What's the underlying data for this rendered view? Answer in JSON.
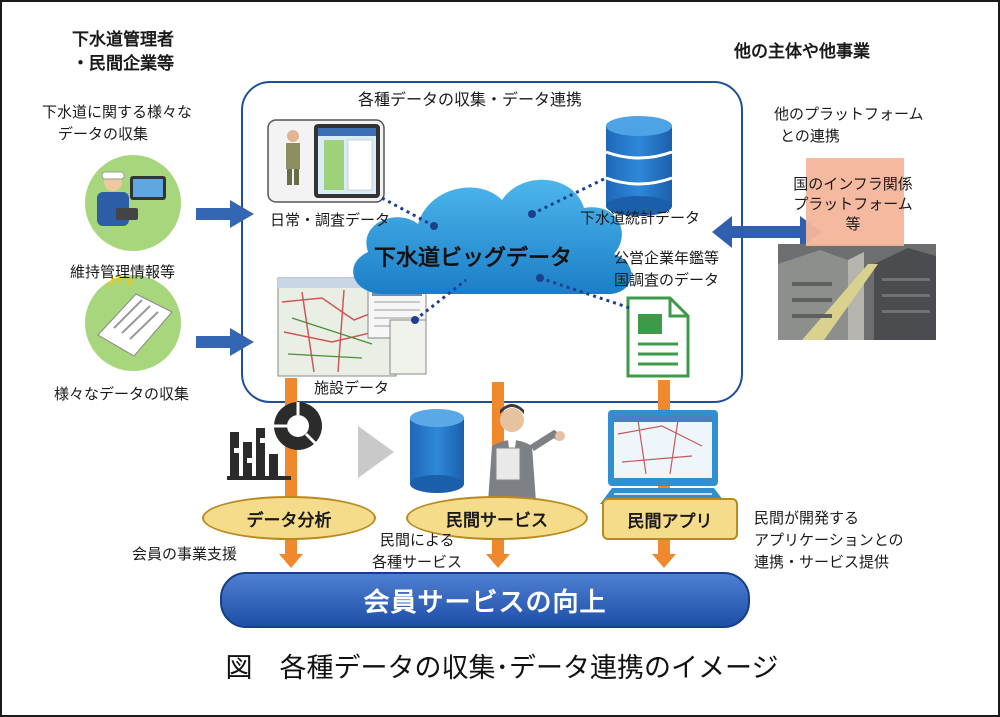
{
  "left_header": {
    "line1": "下水道管理者",
    "line2": "・民間企業等"
  },
  "right_header": "他の主体や他事業",
  "collection": {
    "various_line1": "下水道に関する様々な",
    "various_line2": "データの収集",
    "maintenance_info": "維持管理情報等",
    "various_data": "様々なデータの収集"
  },
  "hub": {
    "title": "各種データの収集・データ連携",
    "center_label": "下水道ビッグデータ",
    "daily_survey": "日常・調査データ",
    "facility": "施設データ",
    "statistics": "下水道統計データ",
    "yearbook_line1": "公営企業年鑑等",
    "yearbook_line2": "国調査のデータ"
  },
  "platform": {
    "label_line1": "他のプラットフォーム",
    "label_line2": "との連携",
    "box_line1": "国のインフラ関係",
    "box_line2": "プラットフォーム",
    "box_line3": "等"
  },
  "outputs": {
    "analysis": "データ分析",
    "service": "民間サービス",
    "app": "民間アプリ",
    "member_support": "会員の事業支援",
    "private_line1": "民間による",
    "private_line2": "各種サービス",
    "dev_line1": "民間が開発する",
    "dev_line2": "アプリケーションとの",
    "dev_line3": "連携・サービス提供"
  },
  "banner": "会員サービスの向上",
  "caption": "図　各種データの収集･データ連携のイメージ",
  "icons": [
    "inspector-tablet-icon",
    "document-icon",
    "survey-tablet-icon",
    "facility-map-icon",
    "cloud-icon",
    "database-icon",
    "spreadsheet-doc-icon",
    "city-3d-icon",
    "bar-chart-icon",
    "pie-chart-icon",
    "play-arrow-icon",
    "cylinder-database-icon",
    "businessman-icon",
    "computer-monitor-icon"
  ],
  "colors": {
    "hub_border": "#1f4f9a",
    "arrow_blue": "#3566b4",
    "arrow_orange": "#f0892d",
    "oval_fill": "#f5dc8a",
    "banner": "#2a5bb5",
    "cloud": "#2f9bd9",
    "platform_box": "#f4b59b",
    "green_circle": "#a8d67c"
  }
}
